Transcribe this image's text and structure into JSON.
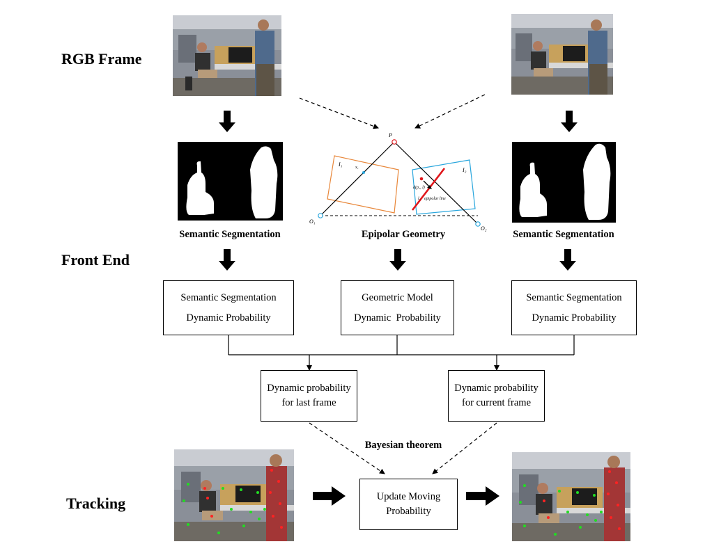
{
  "rows": {
    "rgb_frame": "RGB Frame",
    "front_end": "Front End",
    "tracking": "Tracking"
  },
  "captions": {
    "seg_left": "Semantic Segmentation",
    "epipolar": "Epipolar Geometry",
    "seg_right": "Semantic Segmentation",
    "bayesian": "Bayesian theorem"
  },
  "epipolar_figure": {
    "point_label": "P",
    "image1_label": "I₁",
    "image2_label": "I₂",
    "origin1_label": "O₁",
    "origin2_label": "O₂",
    "x1_label": "x₁",
    "distance_label": "d(p₂, l)",
    "l2_label": "l₂",
    "line_label": "epipolar line",
    "colors": {
      "image1": "#e8873a",
      "image2": "#29a6dd",
      "epipolar_line": "#e0161b",
      "ray": "#000000"
    }
  },
  "boxes": {
    "semantic_left": {
      "line1": "Semantic Segmentation",
      "line2": "Dynamic Probability"
    },
    "geometric": {
      "line1": "Geometric Model",
      "line2": "Dynamic  Probability"
    },
    "semantic_right": {
      "line1": "Semantic Segmentation",
      "line2": "Dynamic Probability"
    },
    "last_frame": {
      "line1": "Dynamic probability",
      "line2": "for last frame"
    },
    "current_frame": {
      "line1": "Dynamic probability",
      "line2": "for current frame"
    },
    "update": {
      "line1": "Update Moving",
      "line2": "Probability"
    }
  },
  "colors": {
    "feature_static": "#22dd22",
    "feature_dynamic": "#ff2222"
  }
}
